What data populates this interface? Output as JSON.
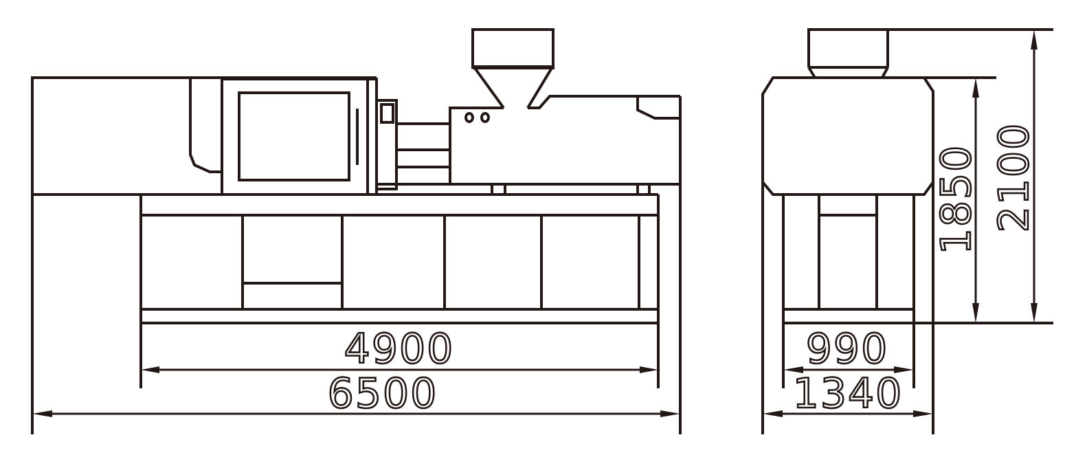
{
  "drawing": {
    "side_view": {
      "dimensions": {
        "base_length": "4900",
        "overall_length": "6500"
      }
    },
    "end_view": {
      "dimensions": {
        "base_width": "990",
        "overall_width": "1340",
        "body_height": "1850",
        "overall_height": "2100"
      }
    }
  }
}
